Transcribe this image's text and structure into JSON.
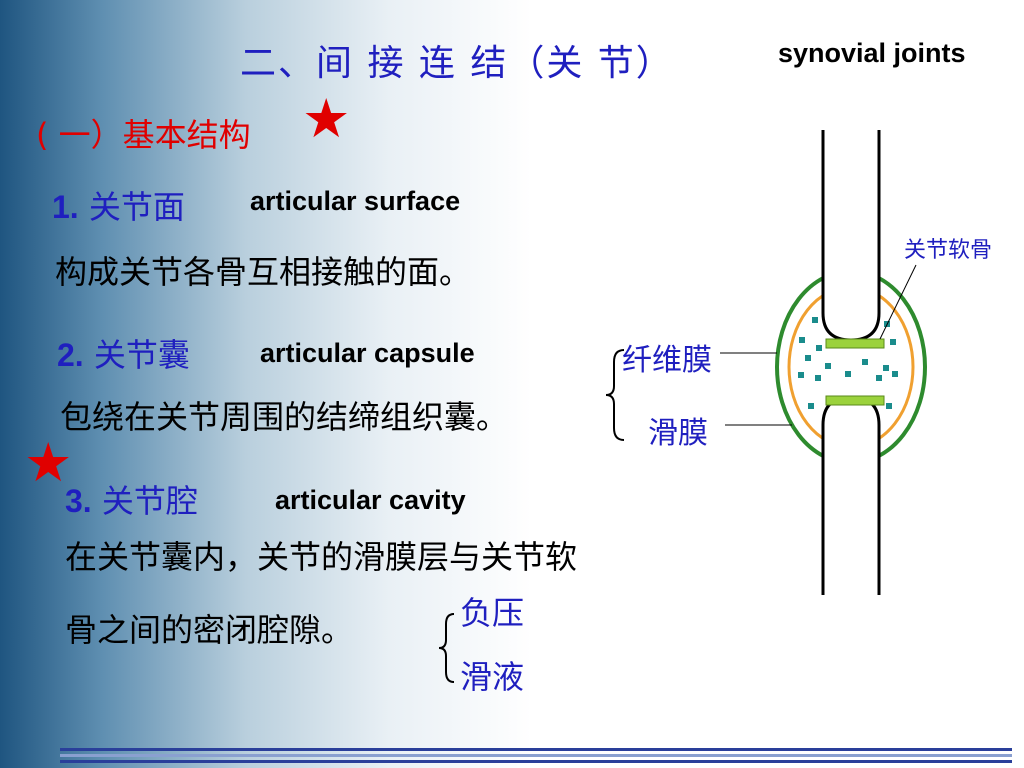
{
  "title": {
    "chinese": "二、间 接 连 结（关 节）",
    "english": "synovial joints"
  },
  "section": {
    "heading": "( 一）基本结构",
    "star": "★"
  },
  "items": [
    {
      "number": "1.",
      "name": "关节面",
      "english": "articular surface",
      "description": "构成关节各骨互相接触的面。"
    },
    {
      "number": "2.",
      "name": "关节囊",
      "english": "articular capsule",
      "description": "包绕在关节周围的结缔组织囊。"
    },
    {
      "number": "3.",
      "name": "关节腔",
      "english": "articular cavity",
      "description_line1": "在关节囊内，关节的滑膜层与关节软",
      "description_line2": "骨之间的密闭腔隙。"
    }
  ],
  "capsule_parts": [
    "纤维膜",
    "滑膜"
  ],
  "cavity_features": [
    "负压",
    "滑液"
  ],
  "diagram": {
    "cartilage_label": "关节软骨",
    "colors": {
      "fibrous": "#2e8b2e",
      "synovial": "#f0a030",
      "cartilage": "#9bd23c",
      "fluid": "#1a8c8c",
      "bone": "#000000"
    }
  },
  "colors": {
    "title": "#1f1fbf",
    "heading": "#e00000",
    "star": "#e00000"
  }
}
